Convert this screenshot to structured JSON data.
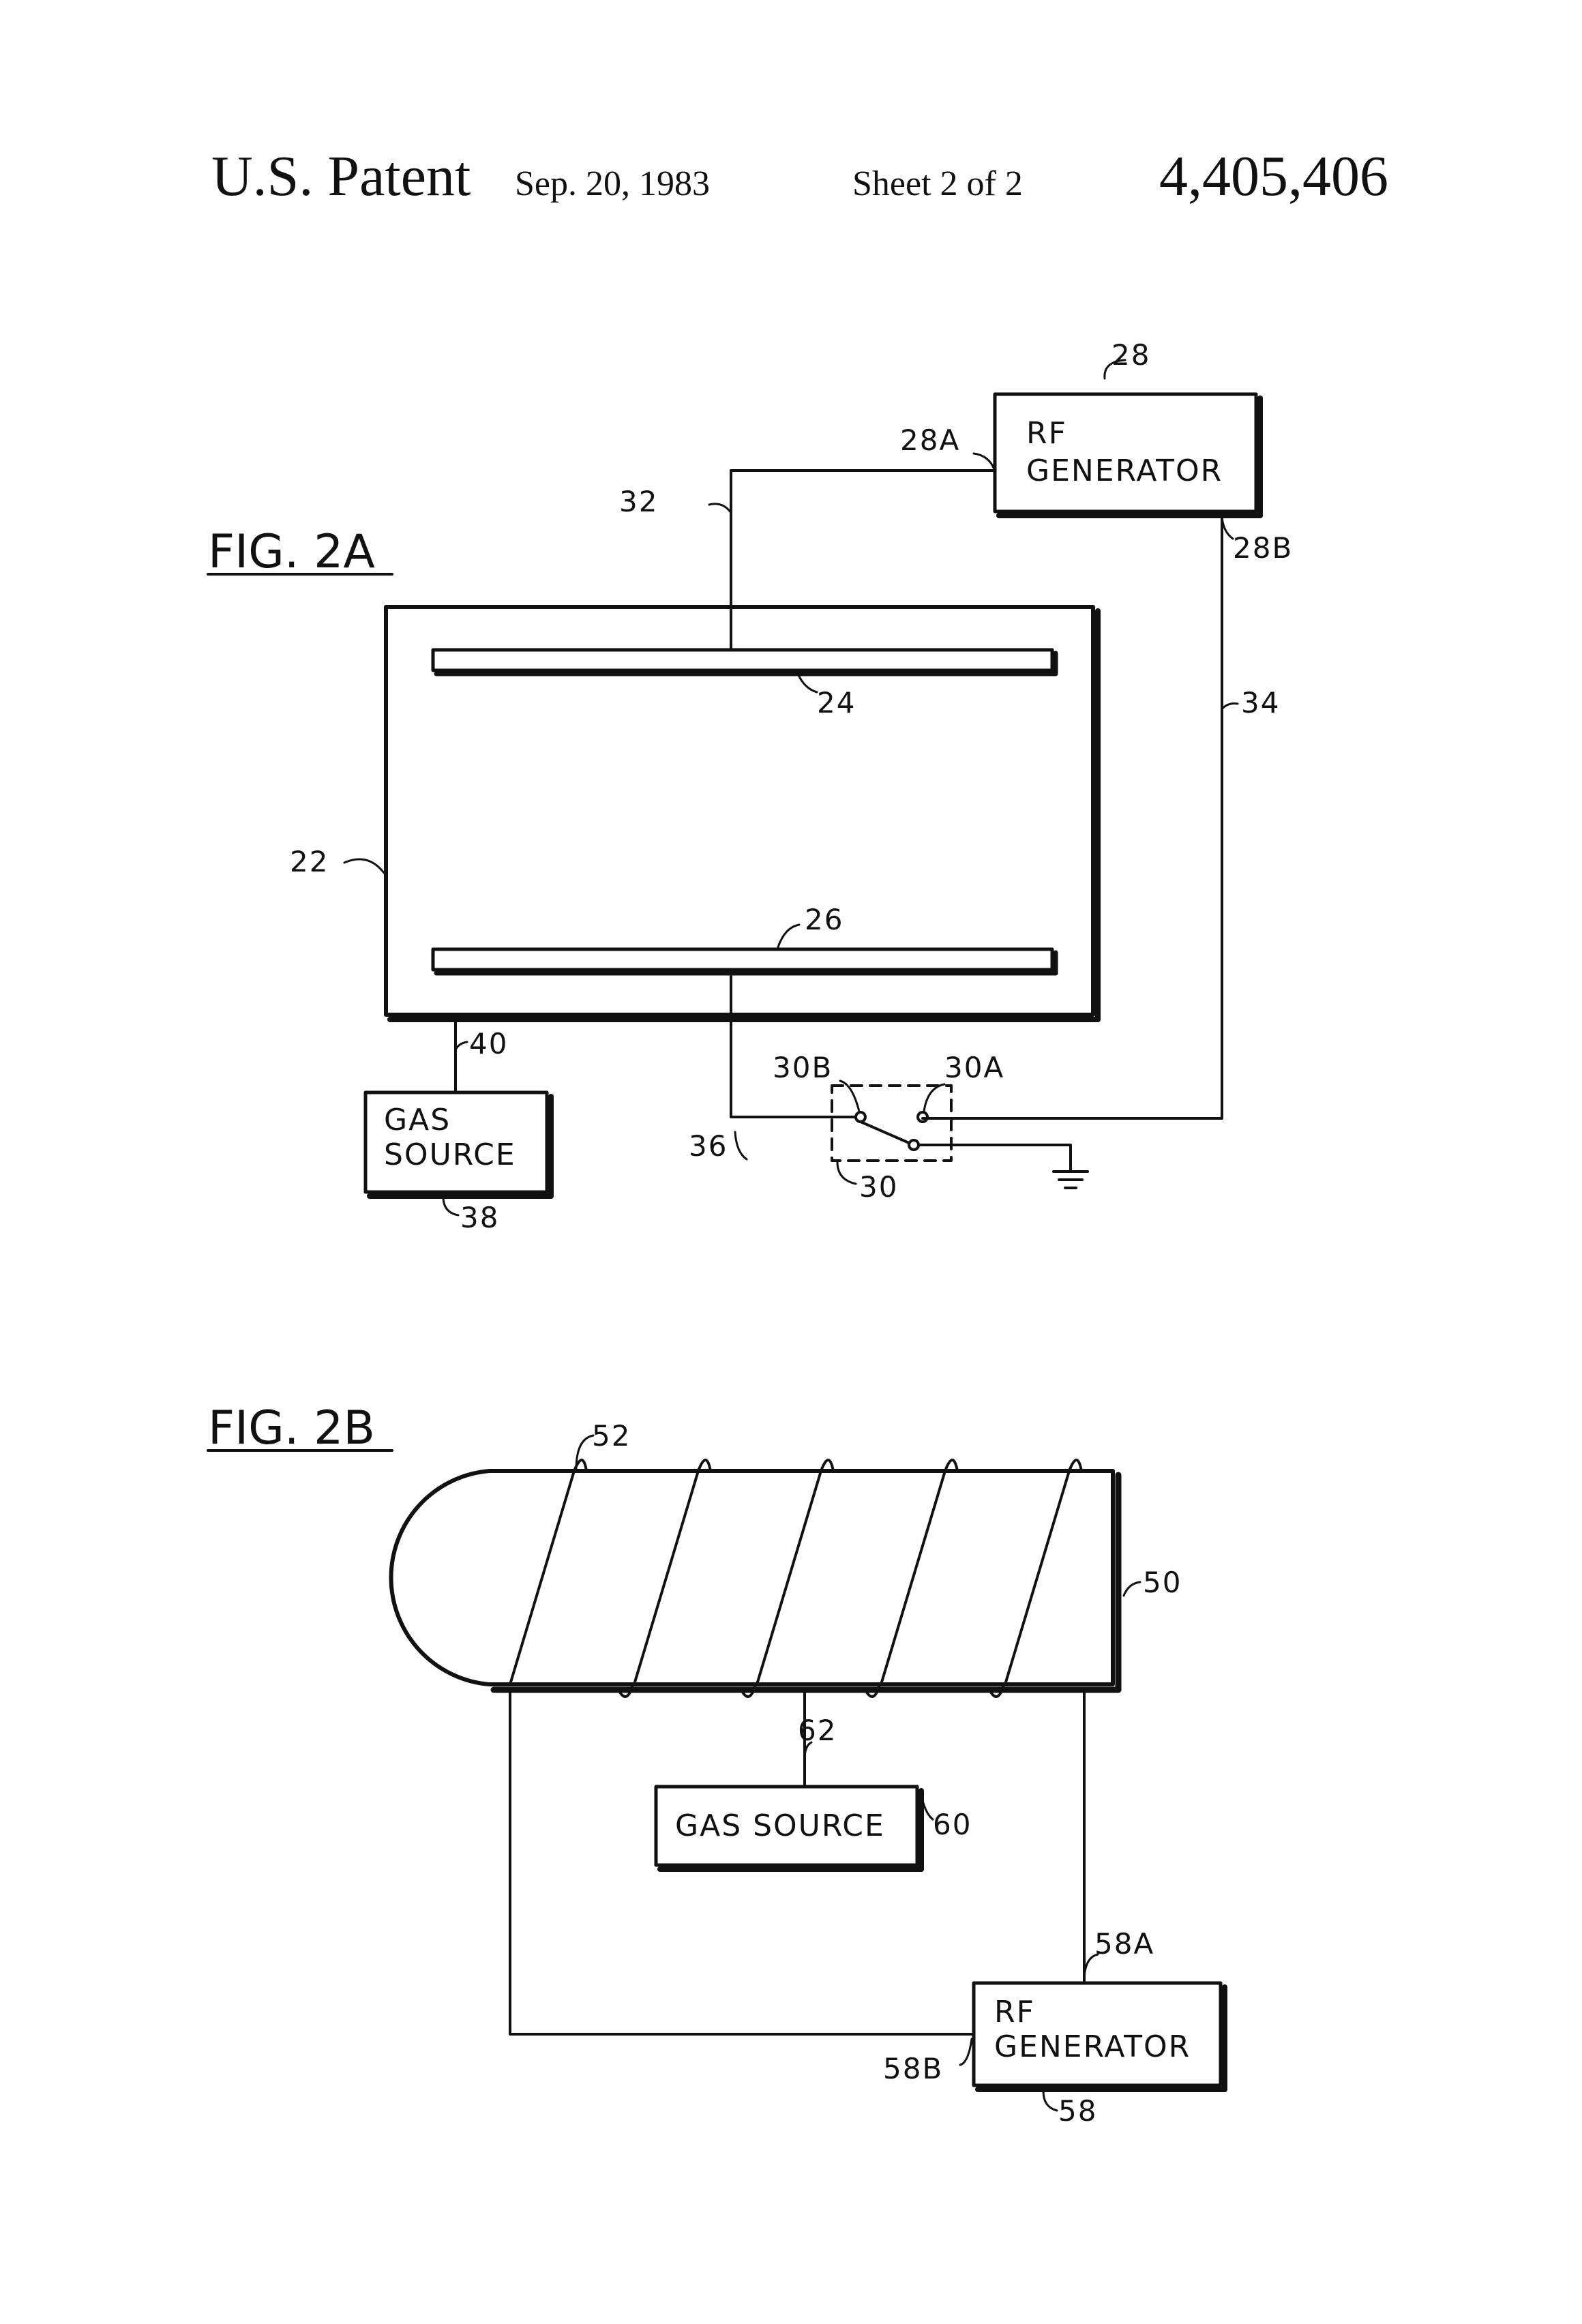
{
  "header": {
    "title": "U.S. Patent",
    "date": "Sep. 20, 1983",
    "sheet": "Sheet 2 of 2",
    "patent_number": "4,405,406"
  },
  "fig2a": {
    "caption": "FIG. 2A",
    "rf_generator": {
      "line1": "RF",
      "line2": "GENERATOR"
    },
    "gas_source": {
      "line1": "GAS",
      "line2": "SOURCE"
    },
    "refs": {
      "r28": "28",
      "r28a": "28A",
      "r28b": "28B",
      "r32": "32",
      "r34": "34",
      "r22": "22",
      "r24": "24",
      "r26": "26",
      "r40": "40",
      "r38": "38",
      "r36": "36",
      "r30": "30",
      "r30a": "30A",
      "r30b": "30B"
    }
  },
  "fig2b": {
    "caption": "FIG. 2B",
    "gas_source": "GAS SOURCE",
    "rf_generator": {
      "line1": "RF",
      "line2": "GENERATOR"
    },
    "refs": {
      "r52": "52",
      "r50": "50",
      "r62": "62",
      "r60": "60",
      "r58": "58",
      "r58a": "58A",
      "r58b": "58B"
    }
  },
  "colors": {
    "ink": "#111111",
    "paper": "#ffffff"
  }
}
